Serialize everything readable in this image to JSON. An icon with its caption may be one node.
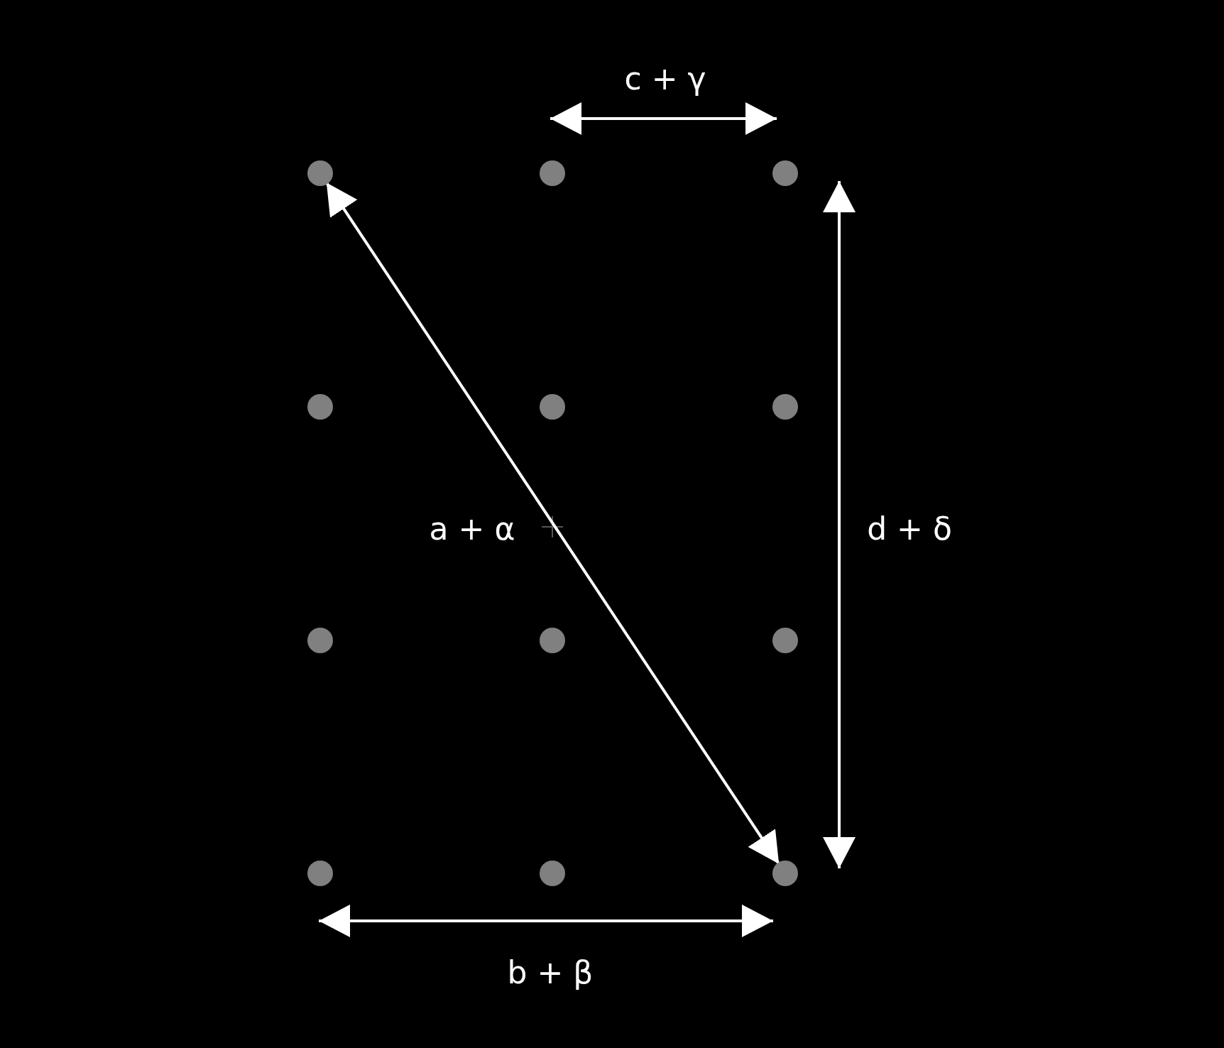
{
  "diagram": {
    "nodes": [
      {
        "text": [],
        "shape": "circle"
      },
      {
        "text": [],
        "shape": "circle"
      },
      {
        "text": [],
        "shape": "circle"
      },
      {
        "text": [],
        "shape": "circle"
      },
      {
        "text": [],
        "shape": "circle"
      },
      {
        "text": [],
        "shape": "circle"
      },
      {
        "text": [],
        "shape": "circle"
      },
      {
        "text": [],
        "shape": "circle"
      },
      {
        "text": [],
        "shape": "circle"
      },
      {
        "text": [],
        "shape": "circle"
      },
      {
        "text": [],
        "shape": "circle"
      },
      {
        "text": [],
        "shape": "circle"
      }
    ],
    "edges": [
      {
        "from": 0,
        "to": 11,
        "arrow": "both",
        "label": "a + α"
      }
    ],
    "labels": [
      "c + γ",
      "d + δ",
      "b + β"
    ]
  }
}
